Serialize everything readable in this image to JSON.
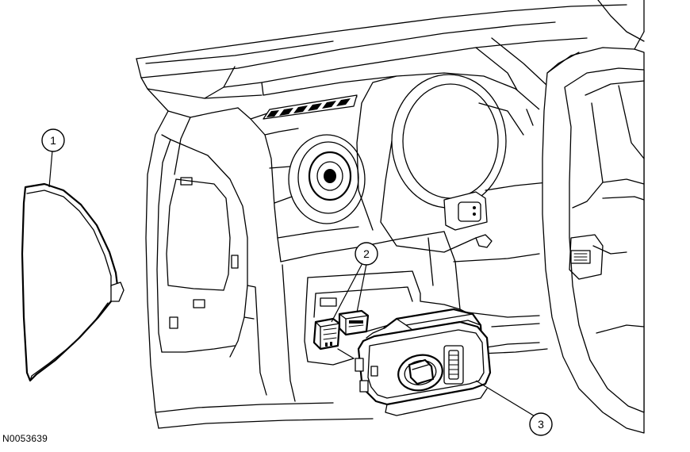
{
  "diagram": {
    "callouts": [
      {
        "label": "1",
        "part": "instrument-panel-end-cover"
      },
      {
        "label": "2",
        "part": "electrical-connectors"
      },
      {
        "label": "3",
        "part": "headlamp-switch"
      }
    ],
    "figure_id": "N0053639"
  }
}
